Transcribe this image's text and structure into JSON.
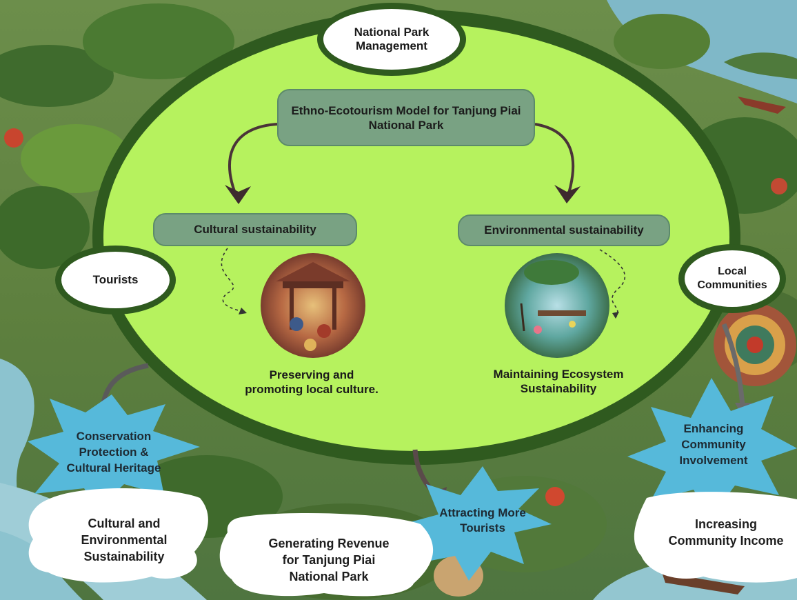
{
  "title_box": "Ethno-Ecotourism Model for Tanjung Piai National Park",
  "nodes": {
    "top": "National Park\nManagement",
    "left": "Tourists",
    "right": "Local\nCommunities"
  },
  "branches": {
    "cultural": "Cultural sustainability",
    "environmental": "Environmental sustainability"
  },
  "captions": {
    "cultural": "Preserving and\npromoting local culture.",
    "environmental": "Maintaining Ecosystem\nSustainability"
  },
  "outcomes": {
    "conservation": "Conservation\nProtection &\nCultural Heritage",
    "attracting": "Attracting More\nTourists",
    "enhancing": "Enhancing\nCommunity\nInvolvement",
    "cultural_env": "Cultural and\nEnvironmental\nSustainability",
    "revenue": "Generating Revenue\nfor Tanjung Piai\nNational Park",
    "income": "Increasing\nCommunity Income"
  },
  "colors": {
    "ring": "#2f5a1f",
    "ellipse_fill": "#b6f25e",
    "pill": "#79a283",
    "star": "#56b9da",
    "cloud": "#ffffff"
  }
}
